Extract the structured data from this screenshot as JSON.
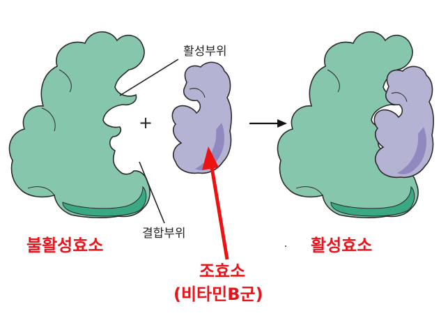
{
  "labels": {
    "active_site": "활성부위",
    "binding_site": "결합부위",
    "inactive_enzyme": "불활성효소",
    "coenzyme": "조효소",
    "vitamin_b": "(비타민B군)",
    "active_enzyme": "활성효소",
    "plus": "+"
  },
  "colors": {
    "enzyme_fill": "#86c6ac",
    "enzyme_dark": "#3aa883",
    "coenzyme_fill": "#b5b3d3",
    "coenzyme_dark": "#8f89c0",
    "outline": "#2a2a2a",
    "label_red": "#e8141b",
    "arrow_red": "#ee1111"
  }
}
